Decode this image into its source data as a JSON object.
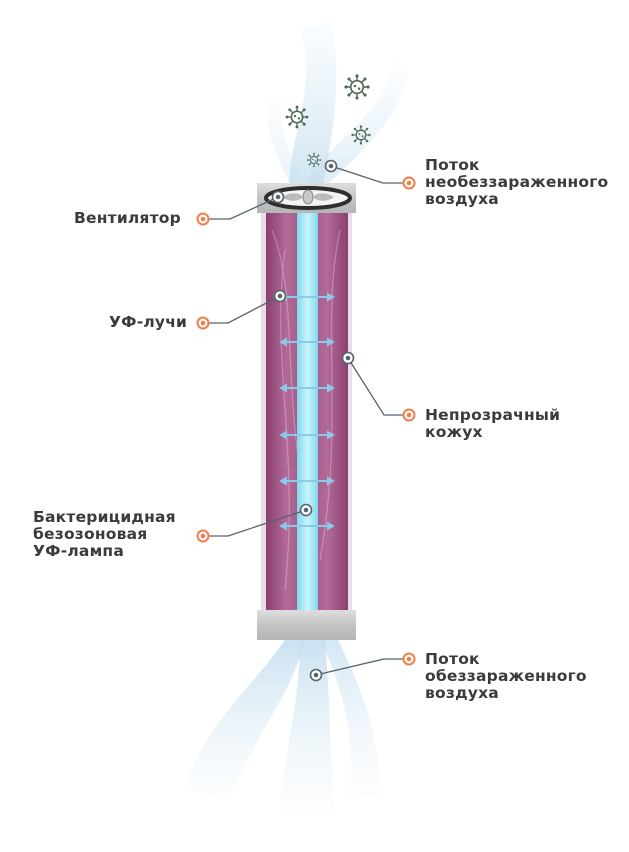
{
  "labels": {
    "fan": "Вентилятор",
    "uv_rays": "УФ-лучи",
    "lamp": "Бактерицидная\nбезозоновая\nУФ-лампа",
    "inflow": "Поток\nнеобеззараженного\nвоздуха",
    "casing": "Непрозрачный\nкожух",
    "outflow": "Поток\nобеззараженного\nвоздуха"
  },
  "colors": {
    "tube_purple": "#9a4a7c",
    "lamp_cyan": "#8fe3f2",
    "arrow_blue": "#8cc9e9",
    "cap_gray": "#c9c9c9",
    "marker_orange": "#f07f4a",
    "leader_gray": "#56626d",
    "text": "#3b3b3b",
    "germ_green": "#4e6b56"
  },
  "icons": [
    "germ-icon",
    "fan-icon",
    "arrow-double-icon"
  ]
}
